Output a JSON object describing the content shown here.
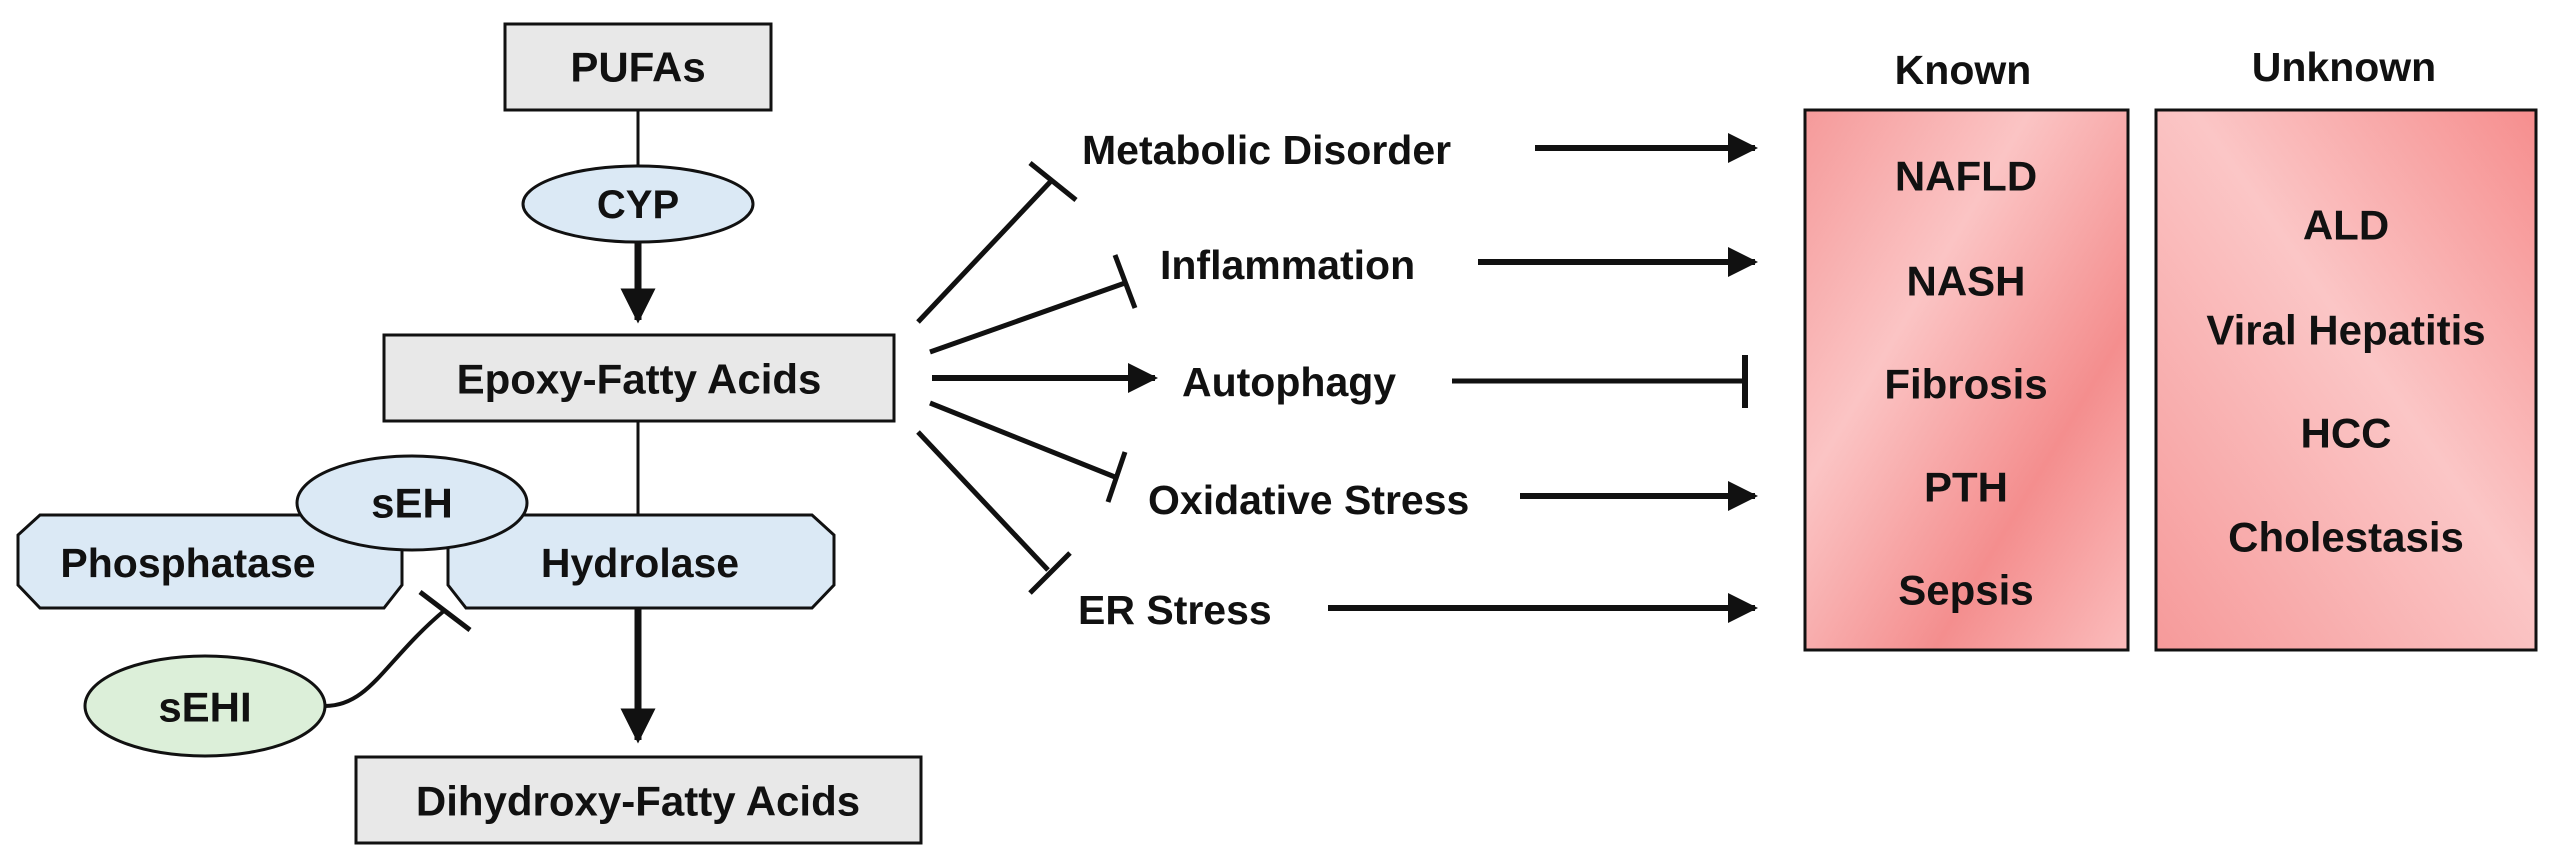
{
  "colors": {
    "box_gray": "#e8e8e8",
    "enzyme_blue": "#dbe9f5",
    "inhibitor_green": "#dcefd9",
    "known_panel": "#f7a5a5",
    "unknown_panel": "#f9a3a3",
    "stroke": "#111111"
  },
  "pathway": {
    "pufas": "PUFAs",
    "cyp": "CYP",
    "epoxy": "Epoxy-Fatty Acids",
    "seh": "sEH",
    "phosphatase": "Phosphatase",
    "hydrolase": "Hydrolase",
    "sehi": "sEHI",
    "dihydroxy": "Dihydroxy-Fatty Acids"
  },
  "effects": [
    {
      "label": "Metabolic Disorder",
      "relation_from_epoxy": "inhibits",
      "relation_to_disease": "promotes"
    },
    {
      "label": "Inflammation",
      "relation_from_epoxy": "inhibits",
      "relation_to_disease": "promotes"
    },
    {
      "label": "Autophagy",
      "relation_from_epoxy": "promotes",
      "relation_to_disease": "inhibits"
    },
    {
      "label": "Oxidative Stress",
      "relation_from_epoxy": "inhibits",
      "relation_to_disease": "promotes"
    },
    {
      "label": "ER Stress",
      "relation_from_epoxy": "inhibits",
      "relation_to_disease": "promotes"
    }
  ],
  "known": {
    "title": "Known",
    "items": [
      "NAFLD",
      "NASH",
      "Fibrosis",
      "PTH",
      "Sepsis"
    ]
  },
  "unknown": {
    "title": "Unknown",
    "items": [
      "ALD",
      "Viral Hepatitis",
      "HCC",
      "Cholestasis"
    ]
  }
}
